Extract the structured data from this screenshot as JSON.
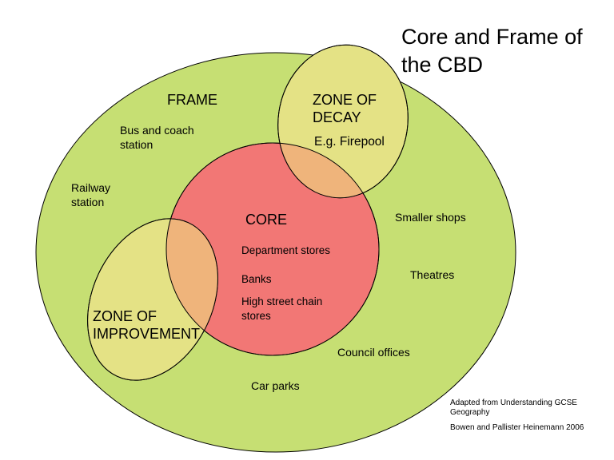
{
  "title_line1": "Core and Frame of",
  "title_line2": "the CBD",
  "frame": {
    "label": "FRAME"
  },
  "core": {
    "label": "CORE"
  },
  "zone_decay": {
    "label_line1": "ZONE OF",
    "label_line2": "DECAY",
    "example": "E.g. Firepool"
  },
  "zone_improvement": {
    "label_line1": "ZONE OF",
    "label_line2": "IMPROVEMENT"
  },
  "frame_items": {
    "bus_line1": "Bus and coach",
    "bus_line2": "station",
    "railway_line1": "Railway",
    "railway_line2": "station",
    "smaller_shops": "Smaller shops",
    "theatres": "Theatres",
    "council_offices": "Council offices",
    "car_parks": "Car parks"
  },
  "core_items": {
    "department_stores": "Department stores",
    "banks": "Banks",
    "high_street_line1": "High street chain",
    "high_street_line2": "stores"
  },
  "source": {
    "line1": "Adapted from Understanding GCSE",
    "line2": "Geography",
    "line3": "Bowen and Pallister Heinemann 2006"
  },
  "colors": {
    "frame_fill": "#c6df73",
    "core_fill": "#f27775",
    "zone_fill": "#e4e285",
    "overlap_fill": "#efb47b",
    "outline": "#000000"
  }
}
